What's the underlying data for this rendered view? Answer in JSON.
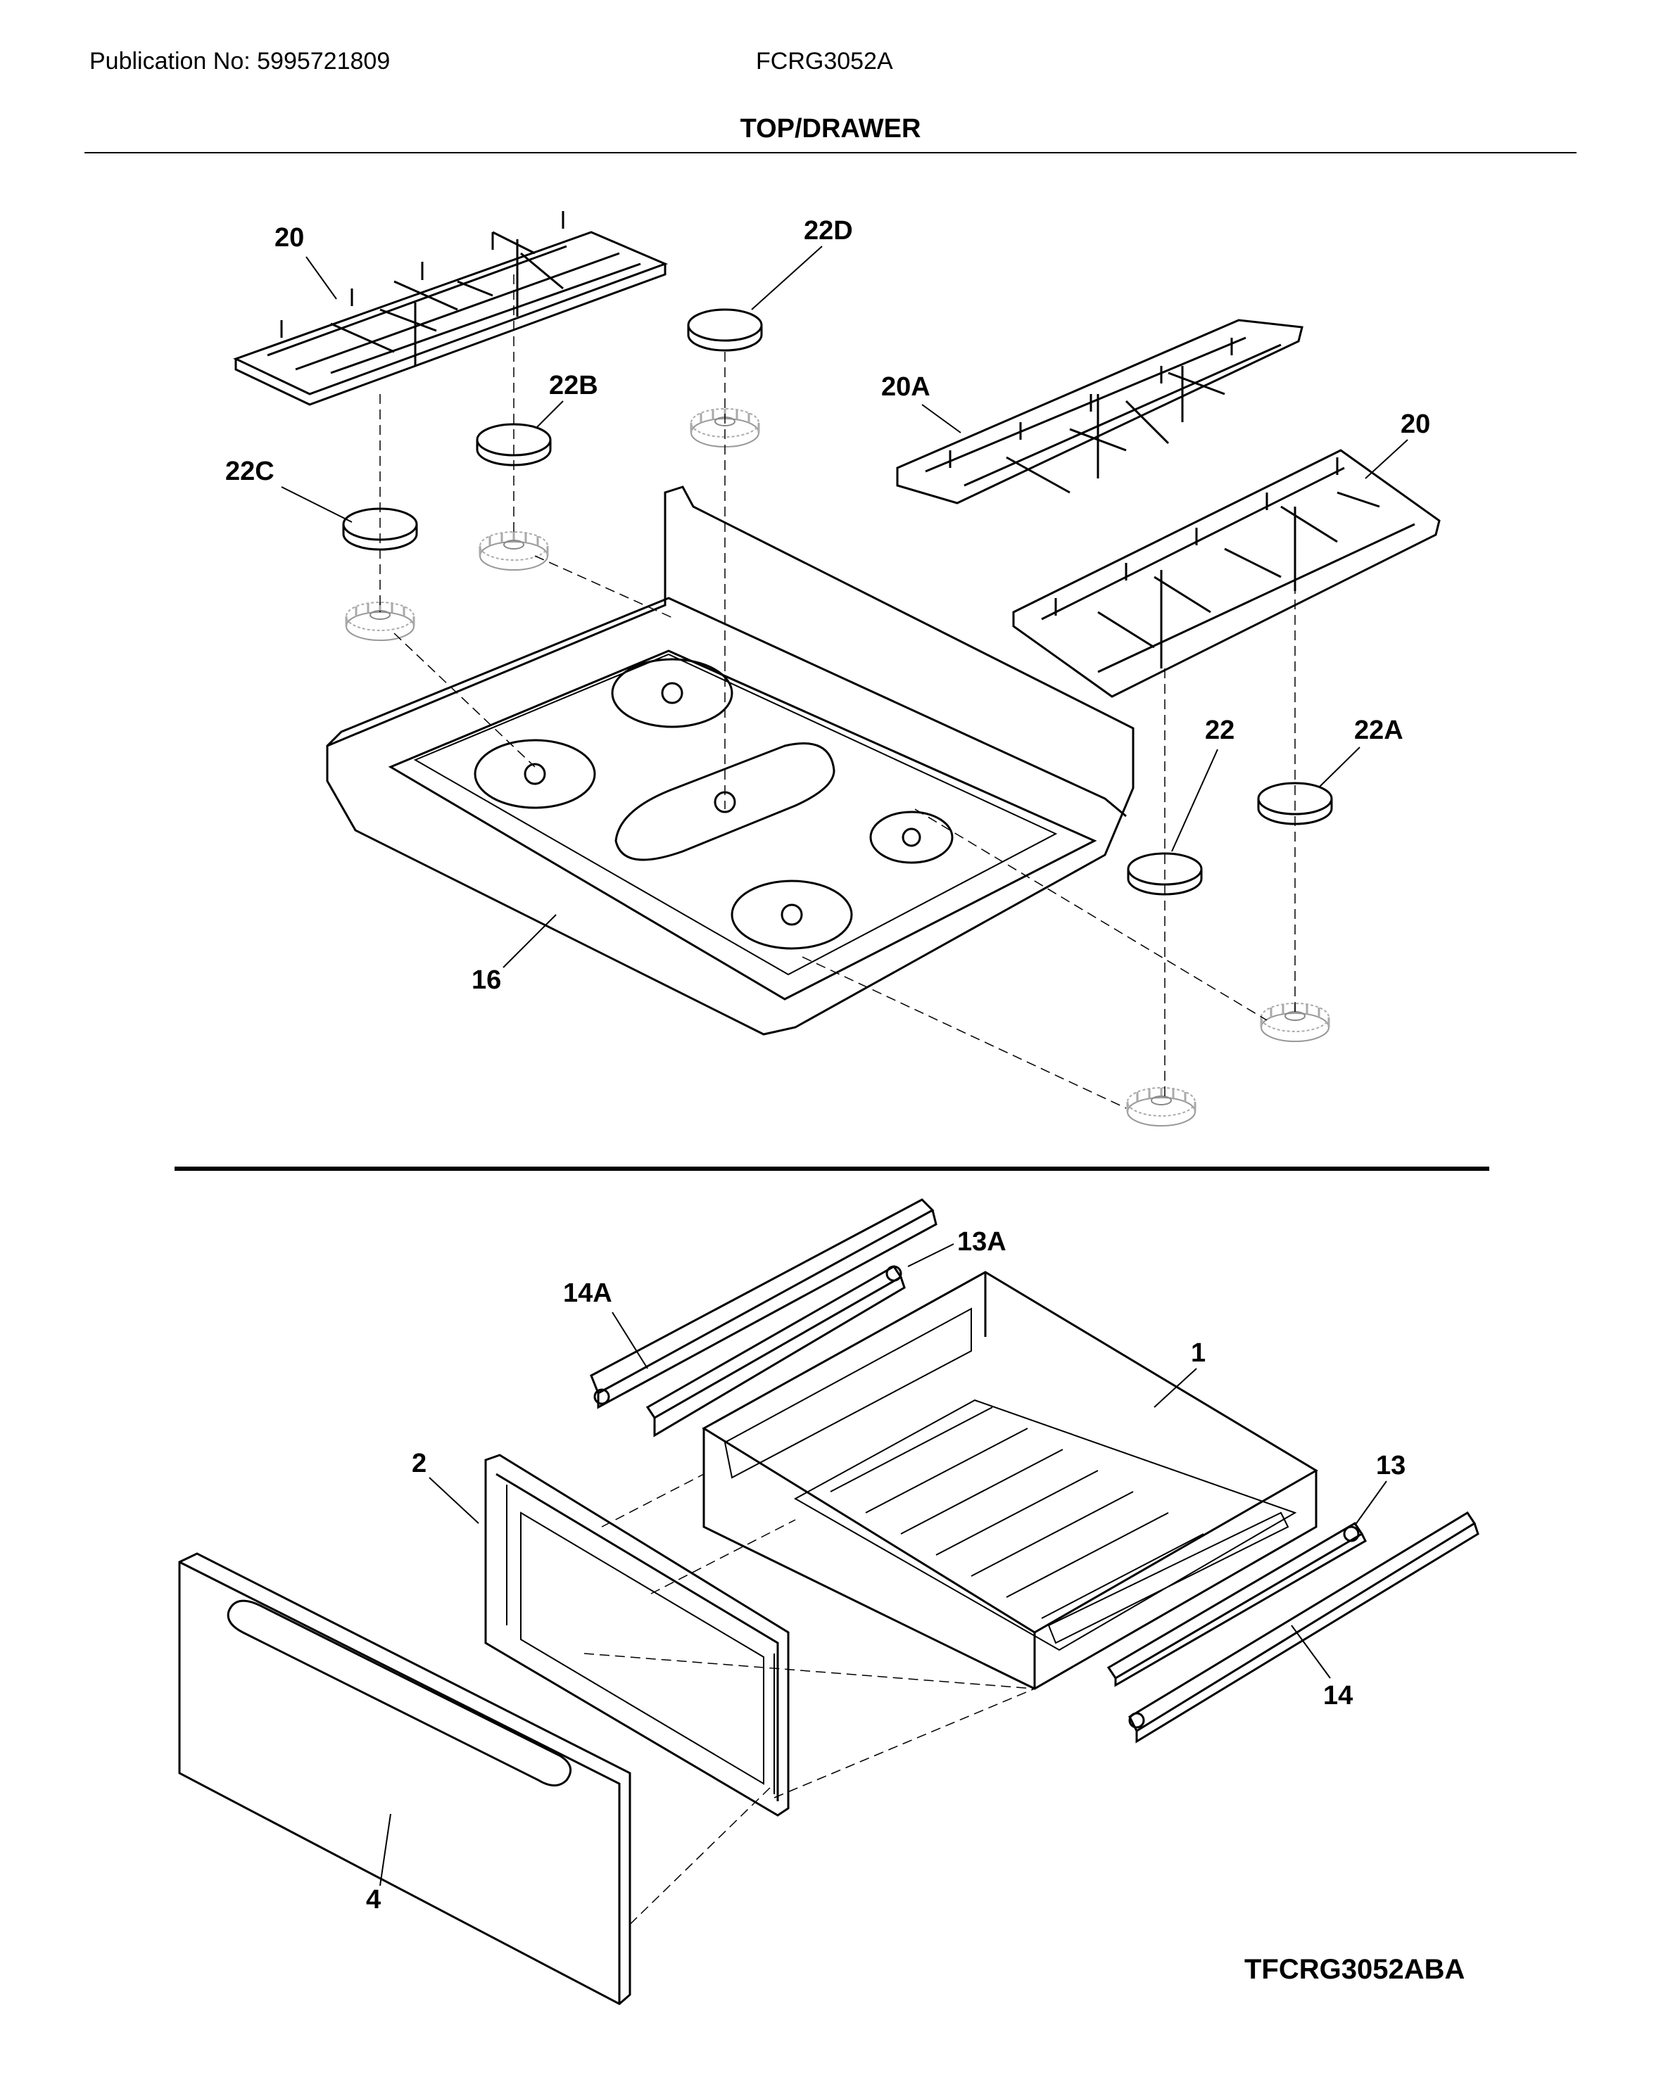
{
  "header": {
    "publication": "Publication No: 5995721809",
    "model": "FCRG3052A"
  },
  "section_title": "TOP/DRAWER",
  "diagram_code": "TFCRG3052ABA",
  "callouts": {
    "grate_left": "20",
    "cap_22d": "22D",
    "cap_22b": "22B",
    "cap_22c": "22C",
    "grate_20a": "20A",
    "grate_right": "20",
    "cap_22": "22",
    "cap_22a": "22A",
    "cooktop": "16",
    "rail_13a": "13A",
    "rail_14a": "14A",
    "drawer_body": "1",
    "drawer_inner": "2",
    "rail_13": "13",
    "rail_14": "14",
    "drawer_front": "4"
  }
}
